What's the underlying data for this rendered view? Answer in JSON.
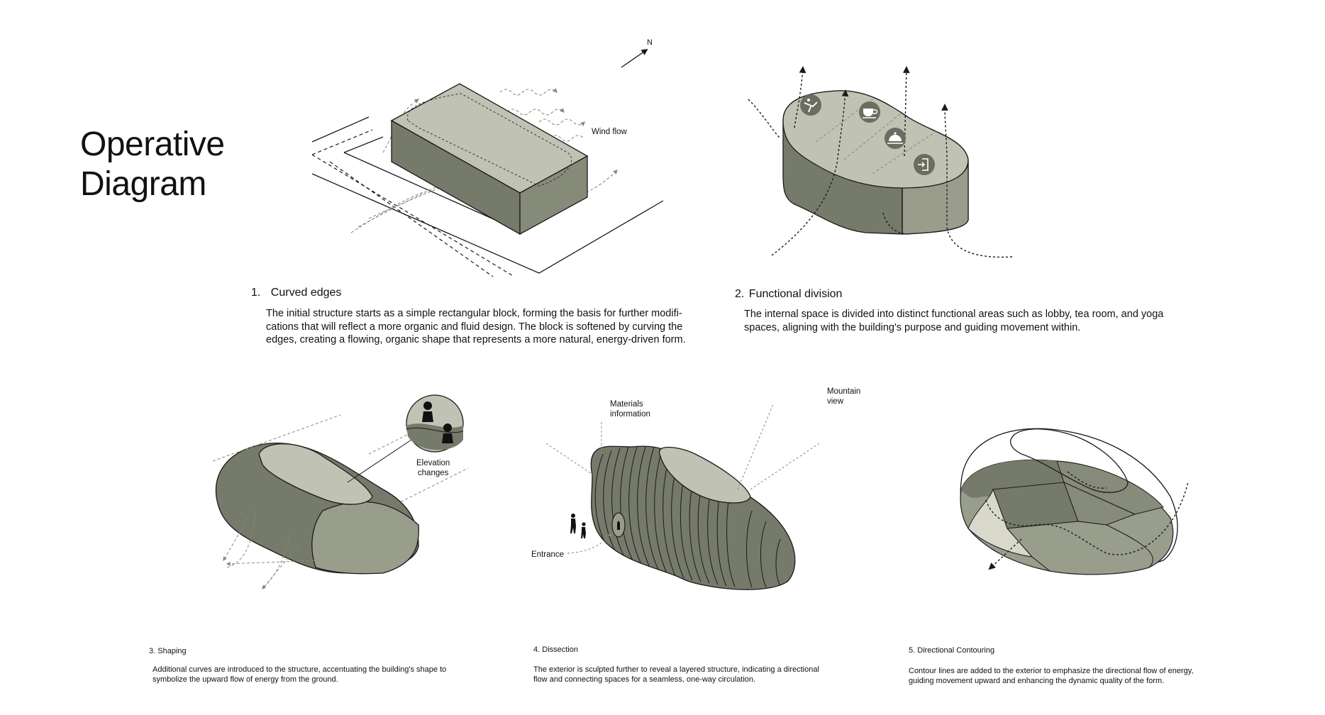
{
  "title_line1": "Operative",
  "title_line2": "Diagram",
  "colors": {
    "dark": "#767a6a",
    "mid": "#999d8b",
    "light": "#c0c2b3",
    "pale": "#d8d9cb",
    "line": "#1a1a1a"
  },
  "north_label": "N",
  "steps": [
    {
      "number": "1.",
      "title": "Curved edges",
      "text": "The initial structure starts as a simple rectangular block, forming the basis for further modifi-\ncations that will reflect a more organic and fluid design. The block is softened by curving the\nedges, creating a flowing, organic shape that represents a more natural, energy-driven form.",
      "labels": [
        "Wind flow"
      ]
    },
    {
      "number": "2.",
      "title": "Functional division",
      "text": "The internal space is divided into distinct functional areas such as lobby, tea room, and yoga\nspaces, aligning with the building's purpose and guiding movement within.",
      "icons": [
        "yoga-icon",
        "tea-cup-icon",
        "lobby-bell-icon",
        "exit-icon"
      ]
    },
    {
      "number": "3.",
      "title": "Shaping",
      "text": "Additional curves are introduced to the structure, accentuating the building's shape to\nsymbolize the upward flow of energy from the ground.",
      "labels": [
        "Elevation\nchanges"
      ]
    },
    {
      "number": "4.",
      "title": "Dissection",
      "text": "The exterior is sculpted further to reveal a layered structure, indicating a directional\nflow and connecting spaces for a seamless, one-way circulation.",
      "labels": [
        "Materials\ninformation",
        "Mountain\nview",
        "Entrance"
      ]
    },
    {
      "number": "5.",
      "title": "Directional Contouring",
      "text": "Contour lines are added to the exterior to emphasize the directional flow of energy,\nguiding movement upward and enhancing the dynamic quality of the form."
    }
  ]
}
